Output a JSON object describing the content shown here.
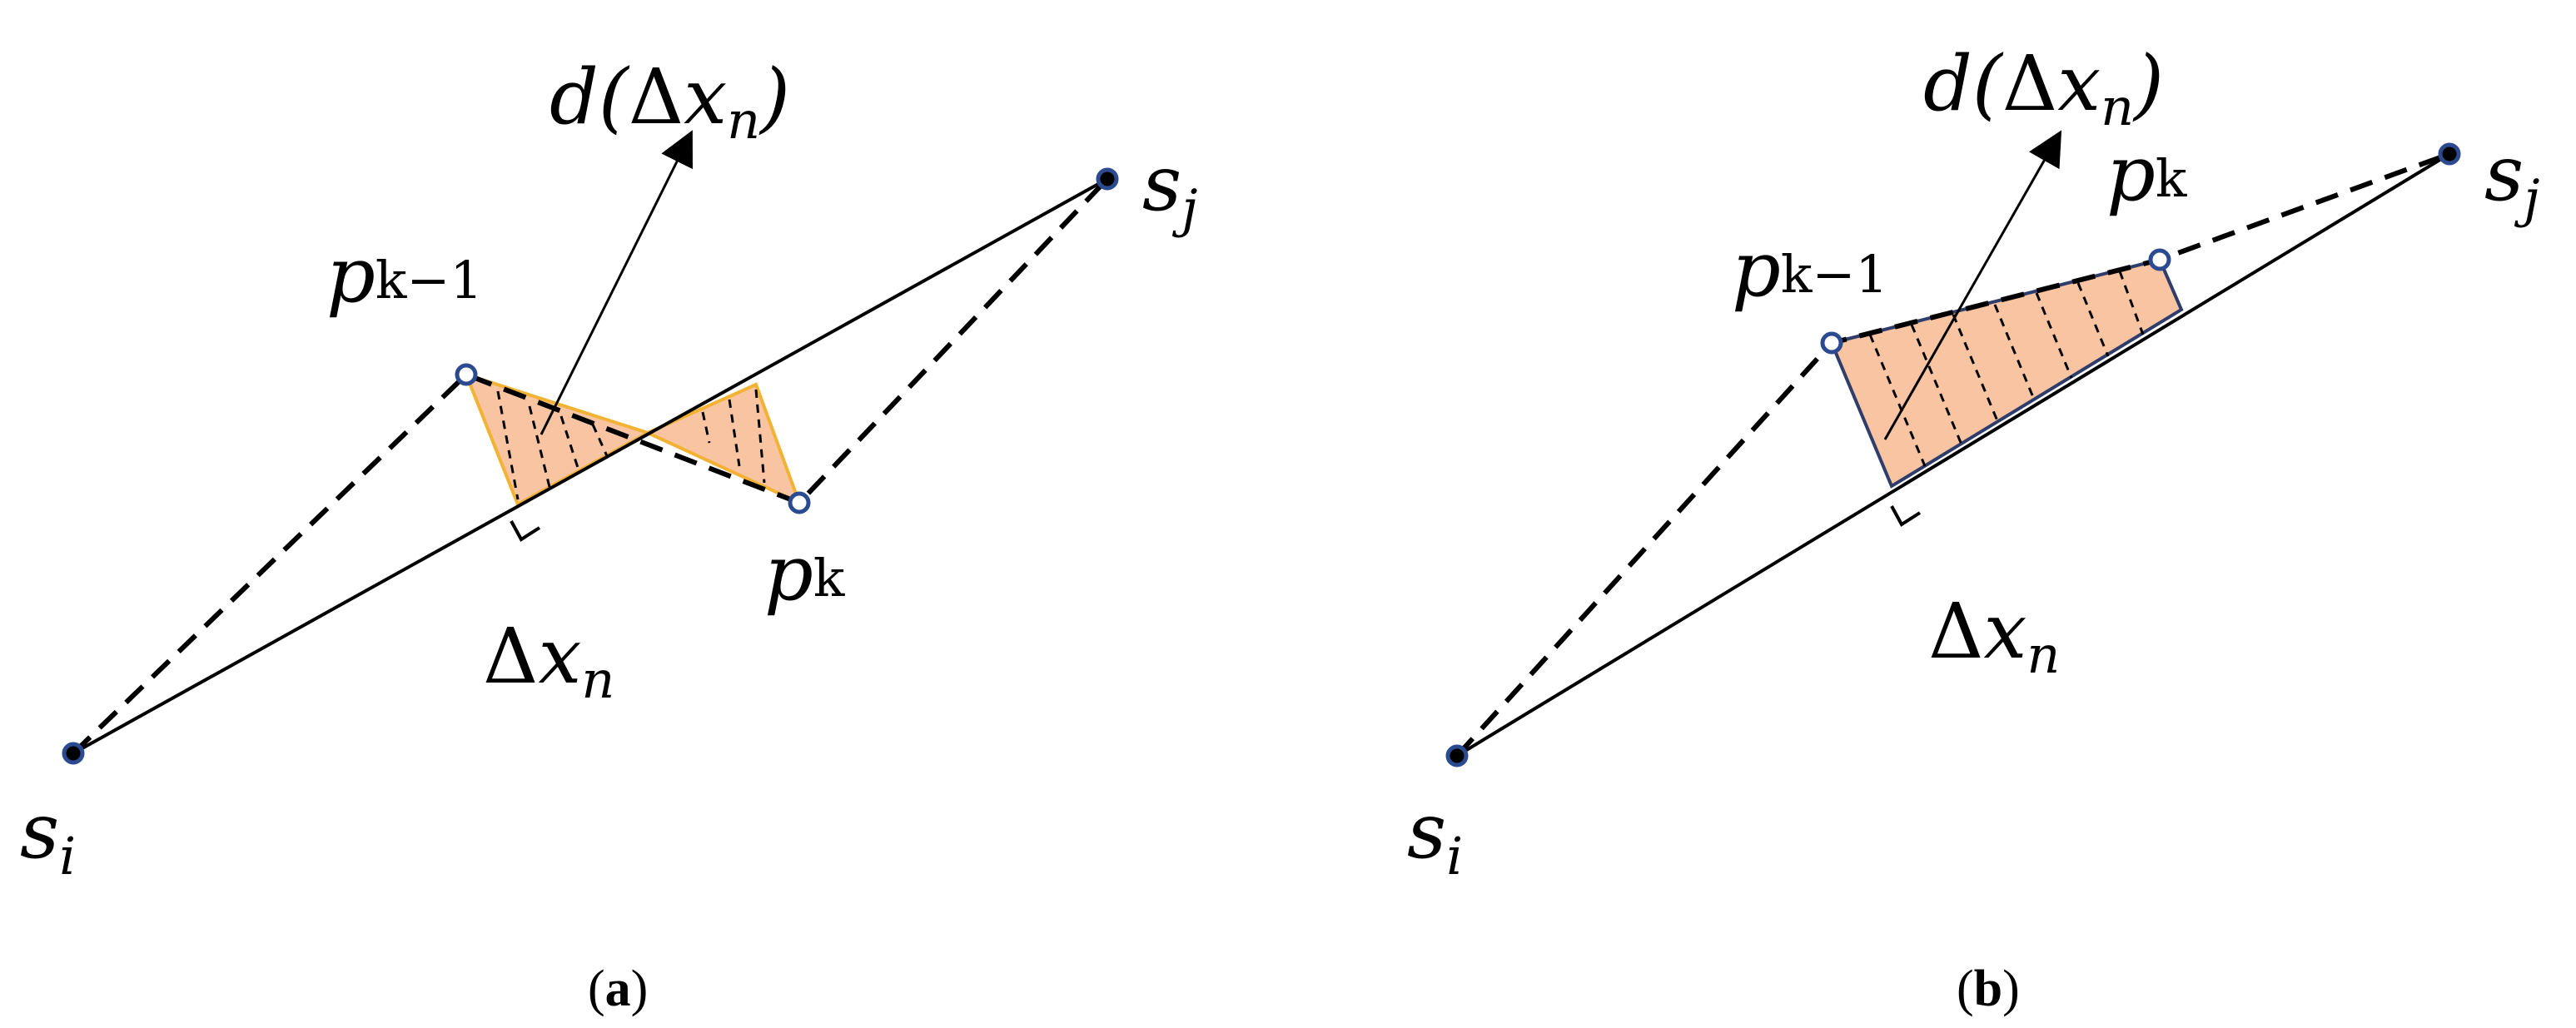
{
  "panels": [
    {
      "id": "a",
      "caption_open": "(",
      "caption_letter": "a",
      "caption_close": ")",
      "labels": {
        "d_pre": "d(",
        "d_delta": "Δ",
        "d_x": "x",
        "d_sub": "n",
        "d_post": ")",
        "pk1_p": "p",
        "pk1_sub": "k−1",
        "pk_p": "p",
        "pk_sub": "k",
        "delta": "Δ",
        "x": "x",
        "x_sub": "n",
        "si_s": "s",
        "si_sub": "i",
        "sj_s": "s",
        "sj_sub": "j"
      }
    },
    {
      "id": "b",
      "caption_open": "(",
      "caption_letter": "b",
      "caption_close": ")",
      "labels": {
        "d_pre": "d(",
        "d_delta": "Δ",
        "d_x": "x",
        "d_sub": "n",
        "d_post": ")",
        "pk1_p": "p",
        "pk1_sub": "k−1",
        "pk_p": "p",
        "pk_sub": "k",
        "delta": "Δ",
        "x": "x",
        "x_sub": "n",
        "si_s": "s",
        "si_sub": "i",
        "sj_s": "s",
        "sj_sub": "j"
      }
    }
  ],
  "colors": {
    "fill": "#f8c4a2",
    "outline_a": "#f2b233",
    "outline_b": "#2f3d6b",
    "point": "#2c4a8f",
    "line": "#000000"
  }
}
